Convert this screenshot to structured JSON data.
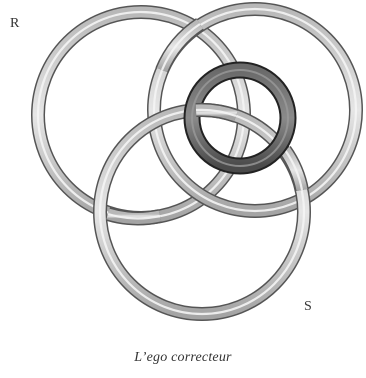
{
  "diagram": {
    "labels": {
      "r": "R",
      "s": "S"
    },
    "caption": "L’ego correcteur",
    "colors": {
      "ring_light": "#c9c9c9",
      "ring_mid": "#9a9a9a",
      "ring_dark": "#666666",
      "ego_ring": "#5a5a5a",
      "ego_dark": "#2e2e2e"
    }
  }
}
